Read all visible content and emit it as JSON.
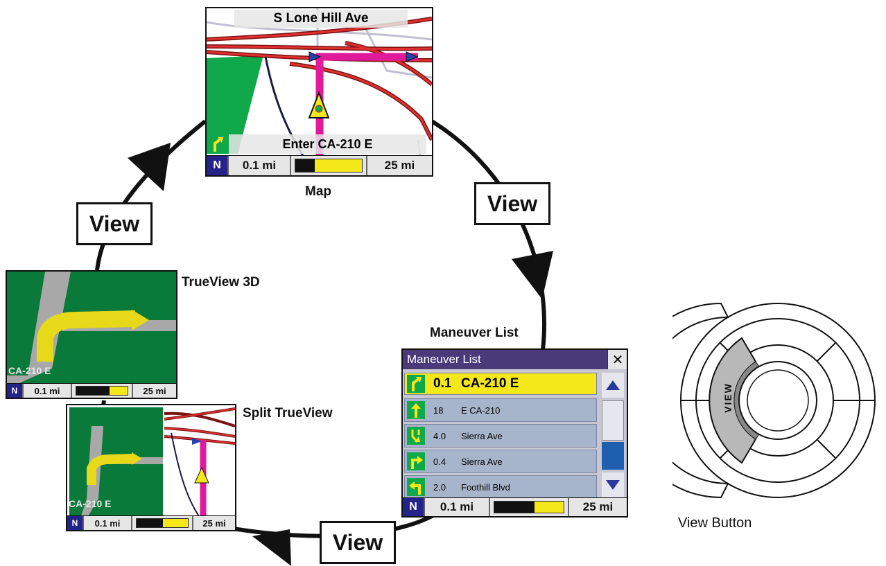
{
  "cycle_button_label": "View",
  "map_screen": {
    "street_name": "S Lone Hill Ave",
    "instruction": "Enter CA-210 E",
    "north_label": "N",
    "distance": "0.1 mi",
    "scale": "25 mi",
    "caption": "Map"
  },
  "maneuver_screen": {
    "caption": "Maneuver List",
    "title": "Maneuver List",
    "close_glyph": "✕",
    "rows": [
      {
        "dist": "0.1",
        "road": "CA-210 E",
        "icon": "slight-right-arrow-icon",
        "highlighted": true
      },
      {
        "dist": "18",
        "road": "E CA-210",
        "icon": "straight-arrow-icon",
        "highlighted": false
      },
      {
        "dist": "4.0",
        "road": "Sierra Ave",
        "icon": "merge-arrow-icon",
        "highlighted": false
      },
      {
        "dist": "0.4",
        "road": "Sierra Ave",
        "icon": "right-turn-arrow-icon",
        "highlighted": false
      },
      {
        "dist": "2.0",
        "road": "Foothill Blvd",
        "icon": "left-turn-arrow-icon",
        "highlighted": false
      }
    ],
    "north_label": "N",
    "distance": "0.1 mi",
    "scale": "25 mi"
  },
  "trueview3d_screen": {
    "caption": "TrueView 3D",
    "road_label": "CA-210 E",
    "north_label": "N",
    "distance": "0.1 mi",
    "scale": "25 mi"
  },
  "split_screen": {
    "caption": "Split TrueView",
    "road_label": "CA-210 E",
    "north_label": "N",
    "distance": "0.1 mi",
    "scale": "25 mi"
  },
  "view_button": {
    "label": "VIEW",
    "caption": "View Button"
  },
  "colors": {
    "route": "#e01a9a",
    "road": "#c0241c",
    "terrain": "#0a7a3a",
    "highlight": "#f5e81a",
    "list_title": "#4a3a7a"
  }
}
